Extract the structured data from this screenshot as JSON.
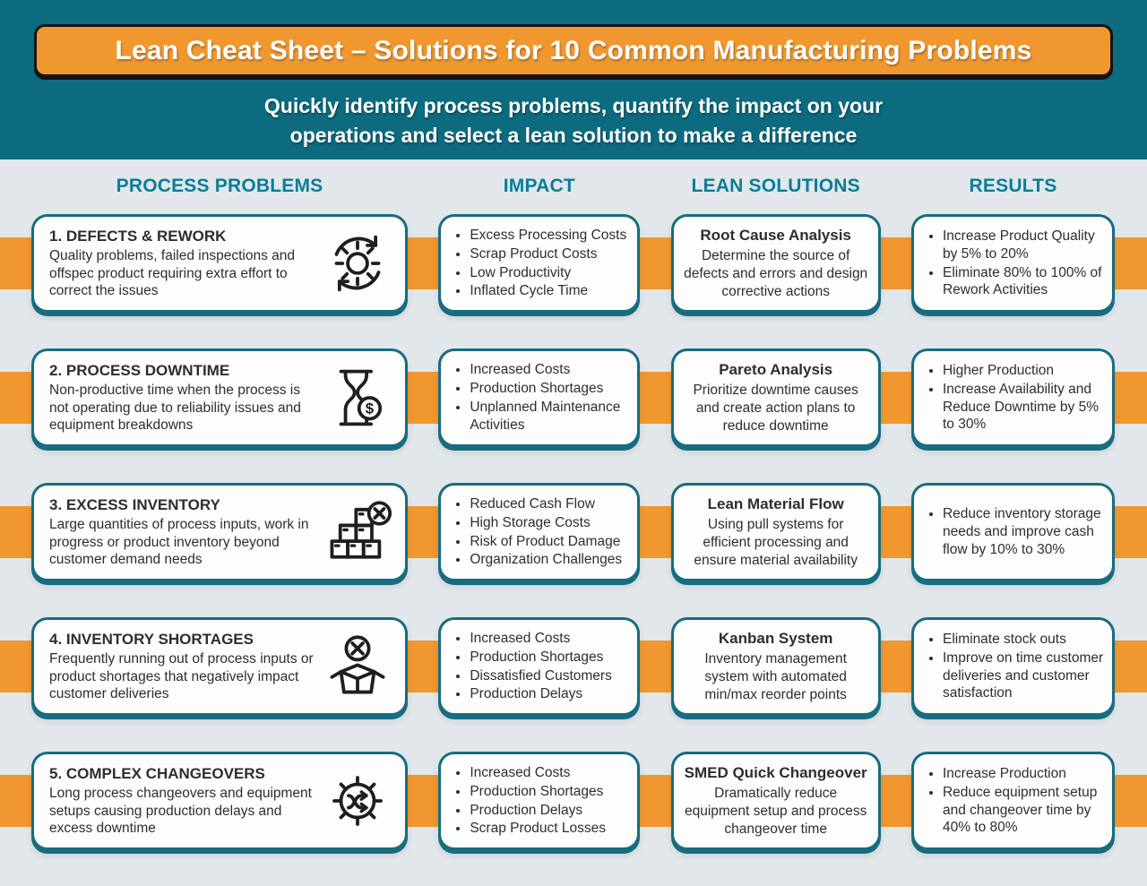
{
  "header": {
    "title": "Lean Cheat Sheet – Solutions for 10 Common Manufacturing Problems",
    "subtitle_line1": "Quickly identify process problems, quantify the impact on your",
    "subtitle_line2": "operations and select a lean solution to make a difference"
  },
  "columns": [
    "PROCESS PROBLEMS",
    "IMPACT",
    "LEAN SOLUTIONS",
    "RESULTS"
  ],
  "colors": {
    "teal_header": "#0D6B80",
    "teal_accent": "#0B7D96",
    "orange": "#F0982F",
    "card_border": "#186C80",
    "bg": "#E1E7EA",
    "text": "#2E2E2E"
  },
  "rows": [
    {
      "problem": {
        "title": "1. DEFECTS & REWORK",
        "description": "Quality problems, failed inspections and offspec product requiring extra effort to correct the issues",
        "icon": "gear-rework-arrows-icon"
      },
      "impact": [
        "Excess Processing Costs",
        "Scrap Product Costs",
        "Low Productivity",
        "Inflated Cycle Time"
      ],
      "solution": {
        "name": "Root Cause Analysis",
        "description": "Determine the source of defects and errors and design corrective actions"
      },
      "results": [
        "Increase Product Quality by 5% to 20%",
        "Eliminate 80% to 100% of Rework Activities"
      ]
    },
    {
      "problem": {
        "title": "2. PROCESS DOWNTIME",
        "description": "Non-productive time when the process is not operating due to reliability issues and equipment breakdowns",
        "icon": "hourglass-dollar-icon"
      },
      "impact": [
        "Increased Costs",
        "Production Shortages",
        "Unplanned Maintenance Activities"
      ],
      "solution": {
        "name": "Pareto Analysis",
        "description": "Prioritize downtime causes and create action plans to reduce downtime"
      },
      "results": [
        "Higher Production",
        "Increase Availability and Reduce Downtime by 5% to 30%"
      ]
    },
    {
      "problem": {
        "title": "3. EXCESS INVENTORY",
        "description": "Large quantities of process inputs, work in progress or product inventory beyond customer demand needs",
        "icon": "stacked-boxes-x-icon"
      },
      "impact": [
        "Reduced Cash Flow",
        "High Storage Costs",
        "Risk of Product Damage",
        "Organization Challenges"
      ],
      "solution": {
        "name": "Lean Material Flow",
        "description": "Using pull systems for efficient processing and ensure material availability"
      },
      "results": [
        "Reduce inventory storage needs and improve cash flow by 10% to 30%"
      ]
    },
    {
      "problem": {
        "title": "4. INVENTORY SHORTAGES",
        "description": "Frequently running out of process inputs or product shortages that negatively impact customer deliveries",
        "icon": "open-box-x-icon"
      },
      "impact": [
        "Increased Costs",
        "Production Shortages",
        "Dissatisfied Customers",
        "Production Delays"
      ],
      "solution": {
        "name": "Kanban System",
        "description": "Inventory management system with automated min/max reorder points"
      },
      "results": [
        "Eliminate stock outs",
        "Improve on time customer deliveries and customer satisfaction"
      ]
    },
    {
      "problem": {
        "title": "5. COMPLEX CHANGEOVERS",
        "description": "Long process changeovers and equipment setups causing production delays and excess downtime",
        "icon": "gear-shuffle-icon"
      },
      "impact": [
        "Increased Costs",
        "Production Shortages",
        "Production Delays",
        "Scrap Product Losses"
      ],
      "solution": {
        "name": "SMED Quick Changeover",
        "description": "Dramatically reduce equipment setup and process changeover time"
      },
      "results": [
        "Increase Production",
        "Reduce equipment setup and changeover time by 40% to 80%"
      ]
    }
  ]
}
